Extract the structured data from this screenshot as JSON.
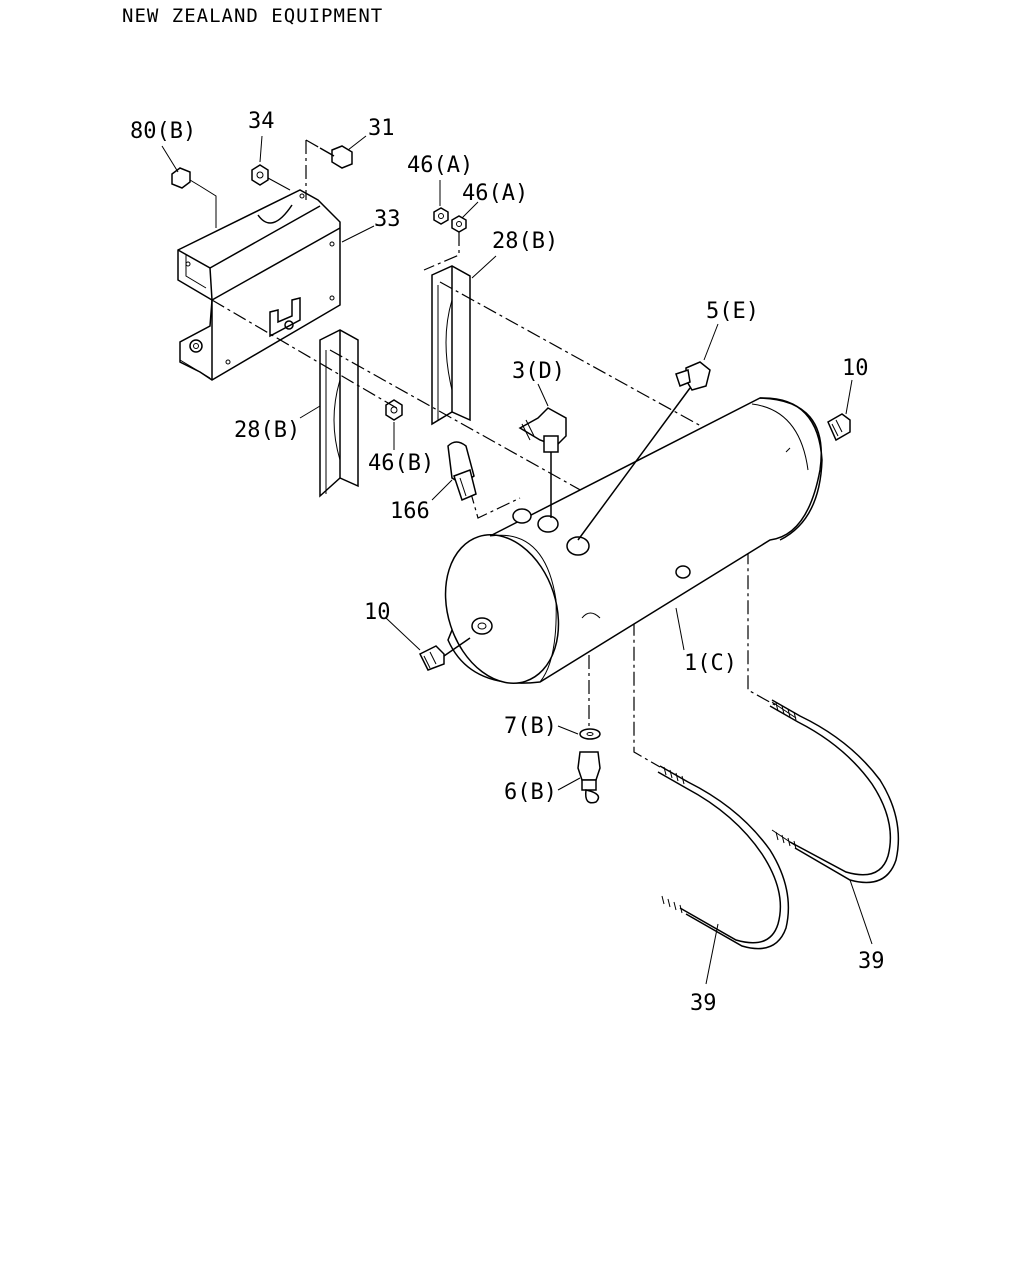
{
  "header": {
    "title": "NEW ZEALAND EQUIPMENT"
  },
  "labels": {
    "p80b": "80(B)",
    "p34": "34",
    "p31": "31",
    "p46a_1": "46(A)",
    "p46a_2": "46(A)",
    "p33": "33",
    "p28b_top": "28(B)",
    "p5e": "5(E)",
    "p3d": "3(D)",
    "p10_right": "10",
    "p28b_left": "28(B)",
    "p46b": "46(B)",
    "p166": "166",
    "p10_left": "10",
    "p1c": "1(C)",
    "p7b": "7(B)",
    "p6b": "6(B)",
    "p39_right": "39",
    "p39_left": "39"
  }
}
